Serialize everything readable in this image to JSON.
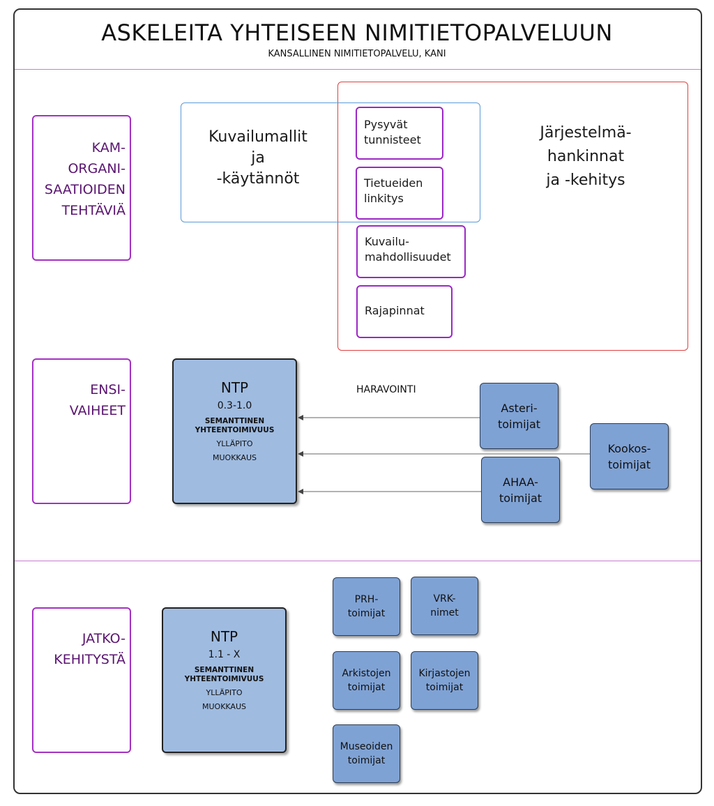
{
  "title": "ASKELEITA YHTEISEEN NIMITIETOPALVELUUN",
  "subtitle": "KANSALLINEN NIMITIETOPALVELU, KANI",
  "rows": {
    "top": {
      "lines": [
        "KAM-",
        "ORGANI-",
        "SAATIOIDEN",
        "TEHTÄVIÄ"
      ]
    },
    "middle": {
      "lines": [
        "ENSI-",
        "VAIHEET"
      ]
    },
    "bottom": {
      "lines": [
        "JATKO-",
        "KEHITYSTÄ"
      ]
    }
  },
  "kam": {
    "description_models": [
      "Kuvailumallit",
      "ja",
      "-käytännöt"
    ],
    "system_procurement": [
      "Järjestelmä-",
      "hankinnat",
      "ja -kehitys"
    ],
    "items": [
      [
        "Pysyvät",
        "tunnisteet"
      ],
      [
        "Tietueiden",
        "linkitys"
      ],
      [
        "Kuvailu-",
        "mahdollisuudet"
      ],
      [
        "Rajapinnat"
      ]
    ]
  },
  "first_phase": {
    "ntp": {
      "title": "NTP",
      "version": "0.3-1.0",
      "bold": [
        "SEMANTTINEN",
        "YHTEENTOIMIVUUS"
      ],
      "small": [
        "YLLÄPITO",
        "MUOKKAUS"
      ]
    },
    "harvest_label": "HARAVOINTI",
    "actors": {
      "asteri": [
        "Asteri-",
        "toimijat"
      ],
      "kookos": [
        "Kookos-",
        "toimijat"
      ],
      "ahaa": [
        "AHAA-",
        "toimijat"
      ]
    }
  },
  "further": {
    "ntp": {
      "title": "NTP",
      "version": "1.1 - X",
      "bold": [
        "SEMANTTINEN",
        "YHTEENTOIMIVUUS"
      ],
      "small": [
        "YLLÄPITO",
        "MUOKKAUS"
      ]
    },
    "actors": {
      "prh": [
        "PRH-",
        "toimijat"
      ],
      "vrk": [
        "VRK-",
        "nimet"
      ],
      "arkistot": [
        "Arkistojen",
        "toimijat"
      ],
      "kirjastot": [
        "Kirjastojen",
        "toimijat"
      ],
      "museot": [
        "Museoiden",
        "toimijat"
      ]
    }
  },
  "colors": {
    "purple": "#9c27c4",
    "blue_outline": "#5b9bd5",
    "red_outline": "#e04040",
    "ntp_fill": "#9fbbe0",
    "actor_fill": "#7fa2d4"
  }
}
